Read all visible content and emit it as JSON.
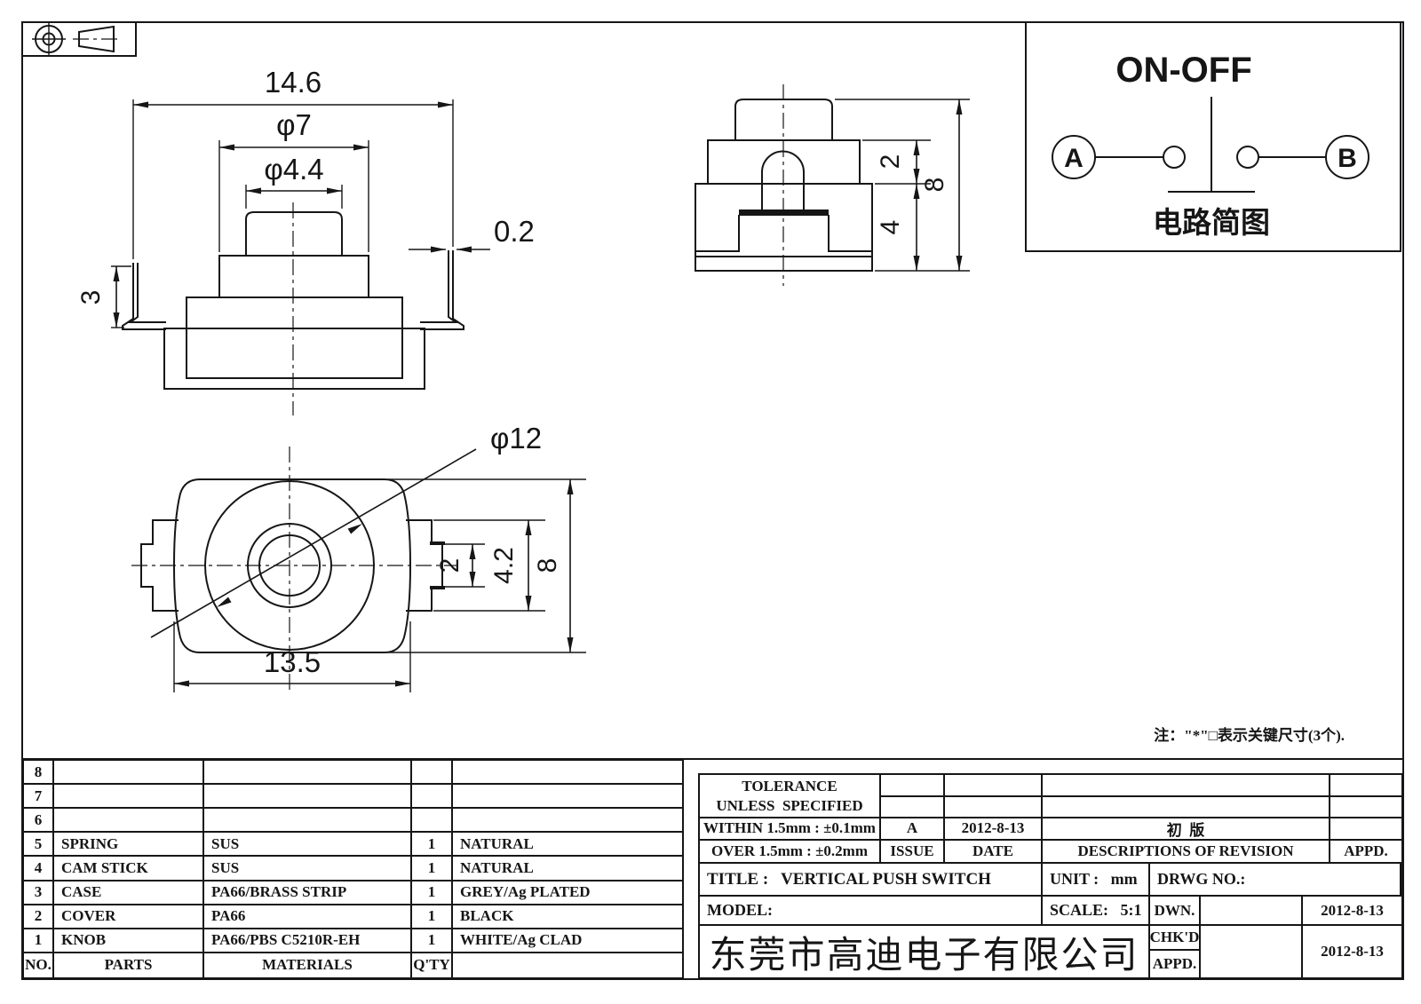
{
  "sheet": {
    "background": "#ffffff",
    "line_color": "#161616"
  },
  "front_view": {
    "dim_overall": "14.6",
    "dim_dia_outer": "φ7",
    "dim_dia_knob": "φ4.4",
    "dim_lead_thickness": "0.2",
    "dim_lead_height": "3"
  },
  "side_view": {
    "dim_step": "2",
    "dim_body": "4",
    "dim_total": "8"
  },
  "plan_view": {
    "dim_diameter": "φ12",
    "dim_width": "13.5",
    "dim_tab_inner": "2",
    "dim_tab_outer": "4.2",
    "dim_height": "8"
  },
  "circuit": {
    "title": "ON-OFF",
    "terminal_a": "A",
    "terminal_b": "B",
    "caption": "电路简图"
  },
  "note": "注：\"*\"□表示关键尺寸(3个).",
  "parts_table": {
    "headers": {
      "no": "NO.",
      "parts": "PARTS",
      "materials": "MATERIALS",
      "qty": "Q'TY",
      "finish": ""
    },
    "rows": [
      {
        "no": "8",
        "parts": "",
        "materials": "",
        "qty": "",
        "finish": ""
      },
      {
        "no": "7",
        "parts": "",
        "materials": "",
        "qty": "",
        "finish": ""
      },
      {
        "no": "6",
        "parts": "",
        "materials": "",
        "qty": "",
        "finish": ""
      },
      {
        "no": "5",
        "parts": "SPRING",
        "materials": "SUS",
        "qty": "1",
        "finish": "NATURAL"
      },
      {
        "no": "4",
        "parts": "CAM STICK",
        "materials": "SUS",
        "qty": "1",
        "finish": "NATURAL"
      },
      {
        "no": "3",
        "parts": "CASE",
        "materials": "PA66/BRASS STRIP",
        "qty": "1",
        "finish": "GREY/Ag PLATED"
      },
      {
        "no": "2",
        "parts": "COVER",
        "materials": "PA66",
        "qty": "1",
        "finish": "BLACK"
      },
      {
        "no": "1",
        "parts": "KNOB",
        "materials": "PA66/PBS C5210R-EH",
        "qty": "1",
        "finish": "WHITE/Ag CLAD"
      }
    ]
  },
  "tolerance_block": {
    "line1": "TOLERANCE",
    "line2": "UNLESS  SPECIFIED",
    "within": "WITHIN 1.5mm : ±0.1mm",
    "over": "OVER 1.5mm : ±0.2mm",
    "issue_value": "A",
    "issue_label": "ISSUE",
    "date_value": "2012-8-13",
    "date_label": "DATE",
    "revision_value": "初  版",
    "revision_label": "DESCRIPTIONS OF REVISION",
    "appd_label": "APPD."
  },
  "title_block": {
    "title": "TITLE :   VERTICAL PUSH SWITCH",
    "unit": "UNIT :   mm",
    "drwg_no": "DRWG NO.:",
    "model_label": "MODEL:",
    "scale": "SCALE:   5:1",
    "dwn_label": "DWN.",
    "dwn_date": "2012-8-13",
    "chkd_label": "CHK'D",
    "appd_label": "APPD.",
    "chkd_appd_date": "2012-8-13",
    "company": "东莞市高迪电子有限公司"
  }
}
